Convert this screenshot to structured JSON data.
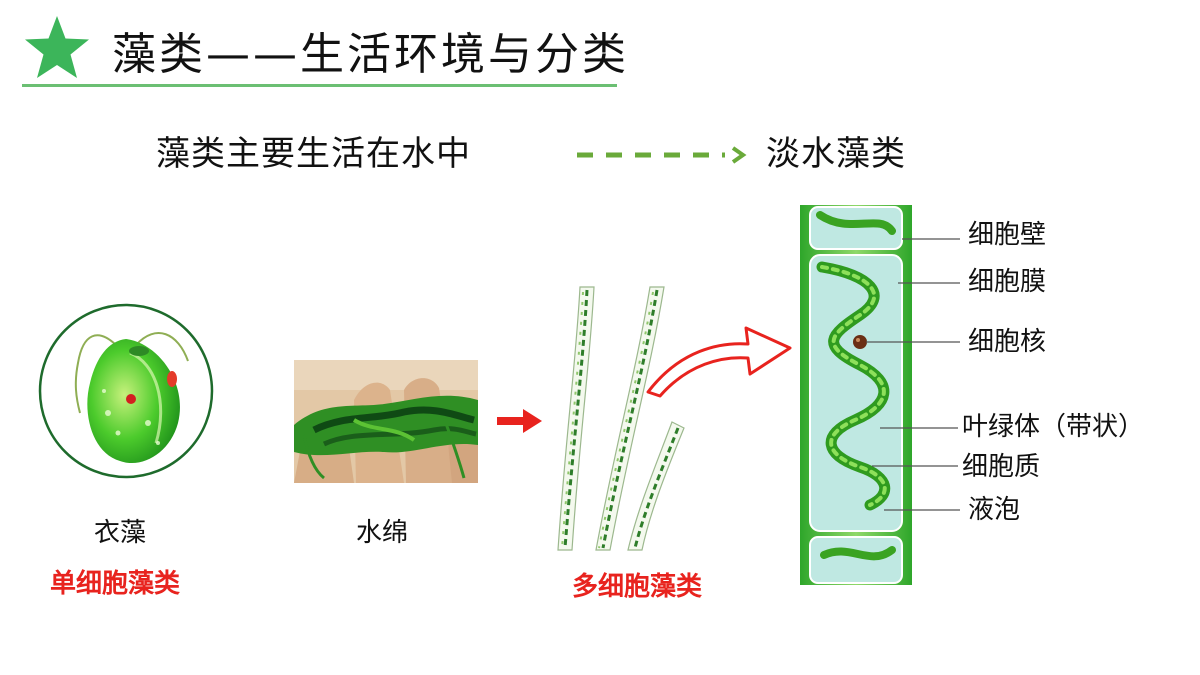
{
  "title": "藻类——生活环境与分类",
  "subtitle": "藻类主要生活在水中",
  "freshwater_label": "淡水藻类",
  "organisms": {
    "chlamydomonas": "衣藻",
    "spirogyra": "水绵"
  },
  "categories": {
    "unicellular": "单细胞藻类",
    "multicellular": "多细胞藻类"
  },
  "cell_parts": {
    "cell_wall": "细胞壁",
    "cell_membrane": "细胞膜",
    "nucleus": "细胞核",
    "chloroplast": "叶绿体（带状）",
    "cytoplasm": "细胞质",
    "vacuole": "液泡"
  },
  "colors": {
    "star": "#3cb55a",
    "rule": "#6bbf73",
    "accent_red": "#e8231e",
    "dash_arrow": "#6aaa3a"
  }
}
